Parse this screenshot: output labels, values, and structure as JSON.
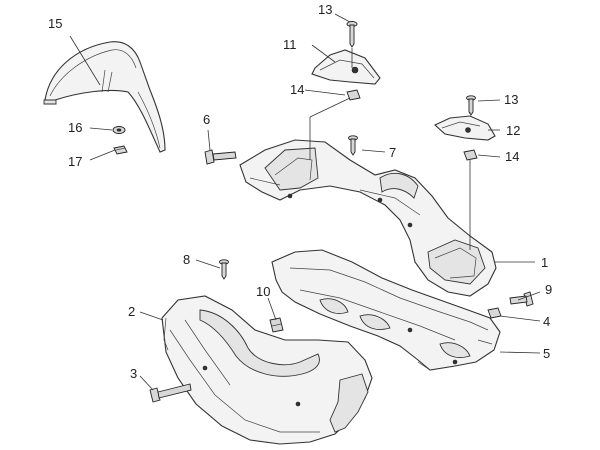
{
  "diagram": {
    "callouts": [
      {
        "id": "c1",
        "label": "1"
      },
      {
        "id": "c2",
        "label": "2"
      },
      {
        "id": "c3",
        "label": "3"
      },
      {
        "id": "c4",
        "label": "4"
      },
      {
        "id": "c5",
        "label": "5"
      },
      {
        "id": "c6",
        "label": "6"
      },
      {
        "id": "c7",
        "label": "7"
      },
      {
        "id": "c8",
        "label": "8"
      },
      {
        "id": "c9",
        "label": "9"
      },
      {
        "id": "c10",
        "label": "10"
      },
      {
        "id": "c11",
        "label": "11"
      },
      {
        "id": "c12",
        "label": "12"
      },
      {
        "id": "c13a",
        "label": "13"
      },
      {
        "id": "c13b",
        "label": "13"
      },
      {
        "id": "c14a",
        "label": "14"
      },
      {
        "id": "c14b",
        "label": "14"
      },
      {
        "id": "c15",
        "label": "15"
      },
      {
        "id": "c16",
        "label": "16"
      },
      {
        "id": "c17",
        "label": "17"
      }
    ]
  }
}
